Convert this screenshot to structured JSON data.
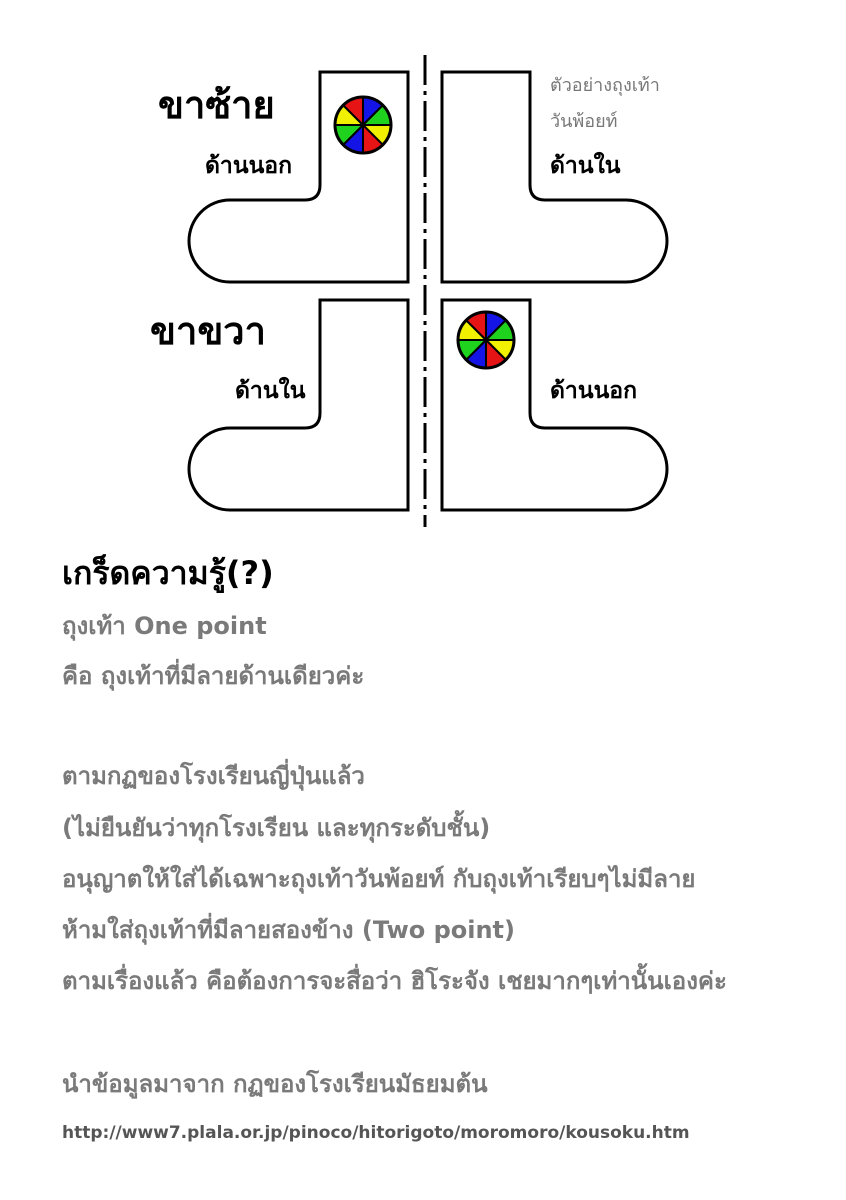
{
  "diagram": {
    "left_leg_title": "ขาซ้าย",
    "right_leg_title": "ขาขวา",
    "left_top_outer": "ด้านนอก",
    "right_top_inner": "ด้านใน",
    "left_bottom_inner": "ด้านใน",
    "right_bottom_outer": "ด้านนอก",
    "example_line1": "ตัวอย่างถุงเท้า",
    "example_line2": "วันพ้อยท์",
    "wheel_colors": [
      "#1414e6",
      "#1ed21e",
      "#f0f000",
      "#e61414",
      "#1414e6",
      "#1ed21e",
      "#f0f000",
      "#e61414"
    ]
  },
  "article": {
    "heading": "เกร็ดความรู้(?)",
    "lines": [
      "ถุงเท้า One point",
      "คือ ถุงเท้าที่มีลายด้านเดียวค่ะ",
      "ตามกฏของโรงเรียนญี่ปุ่นแล้ว",
      "(ไม่ยืนยันว่าทุกโรงเรียน และทุกระดับชั้น)",
      "อนุญาตให้ใส่ได้เฉพาะถุงเท้าวันพ้อยท์ กับถุงเท้าเรียบๆไม่มีลาย",
      "ห้ามใส่ถุงเท้าที่มีลายสองข้าง (Two point)",
      "ตามเรื่องแล้ว คือต้องการจะสื่อว่า ฮิโระจัง เชยมากๆเท่านั้นเองค่ะ",
      "นำข้อมูลมาจาก กฏของโรงเรียนมัธยมต้น"
    ],
    "source_url": "http://www7.plala.or.jp/pinoco/hitorigoto/moromoro/kousoku.htm"
  }
}
